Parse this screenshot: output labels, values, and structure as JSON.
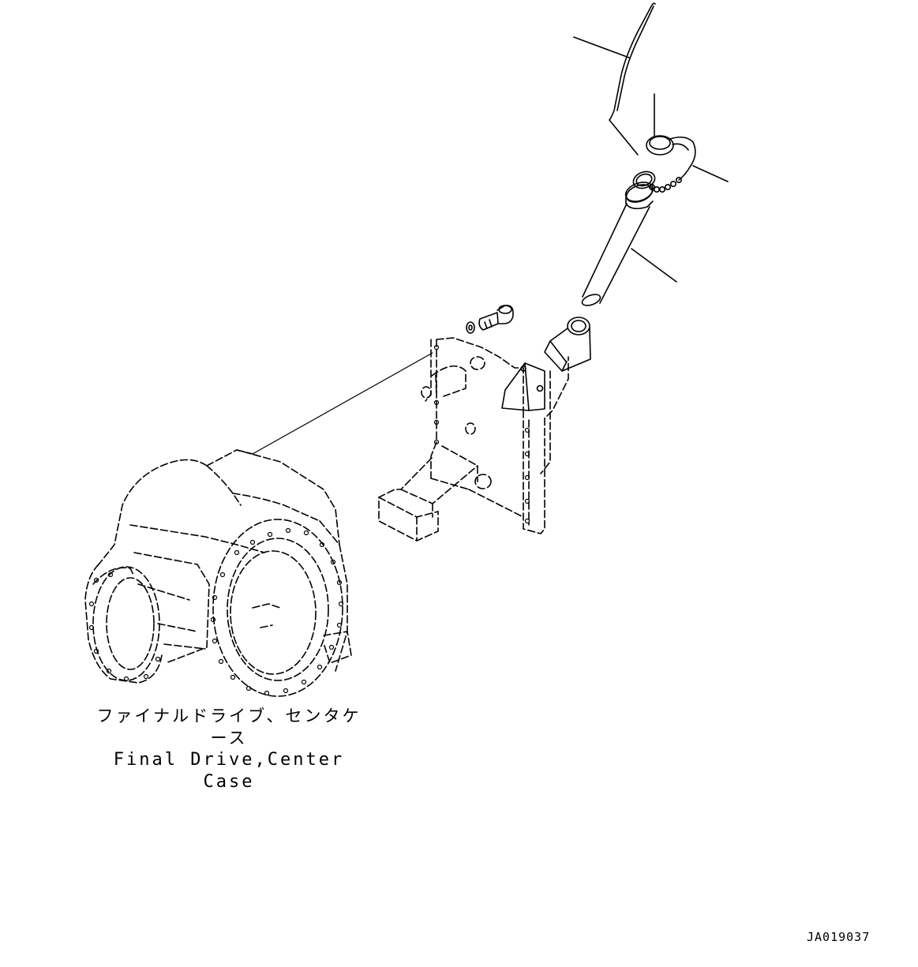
{
  "part_label": {
    "name_jp": "ファイナルドライブ、センタケース",
    "name_en": "Final Drive,Center Case"
  },
  "reference_code": "JA019037",
  "colors": {
    "line": "#000000",
    "background": "#ffffff"
  }
}
